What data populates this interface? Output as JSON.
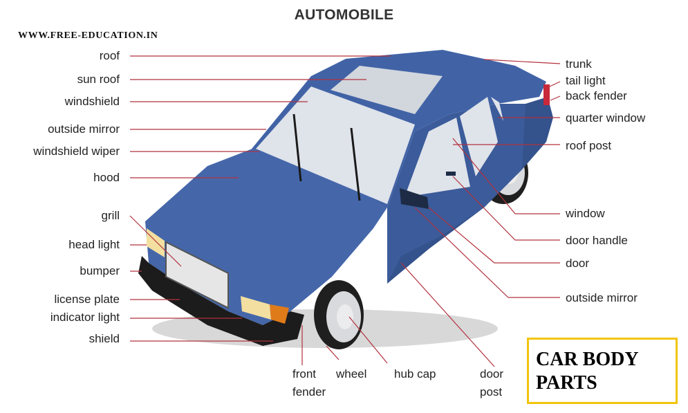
{
  "title": "AUTOMOBILE",
  "watermark": "WWW.FREE-EDUCATION.IN",
  "left_labels": [
    "roof",
    "sun roof",
    "windshield",
    "outside mirror",
    "windshield wiper",
    "hood",
    "grill",
    "head light",
    "bumper",
    "license plate",
    "indicator light",
    "shield"
  ],
  "right_labels": [
    "trunk",
    "tail light",
    "back fender",
    "quarter window",
    "roof post",
    "window",
    "door handle",
    "door",
    "outside mirror"
  ],
  "bottom_labels": [
    {
      "line1": "front",
      "line2": "fender"
    },
    {
      "line1": "wheel",
      "line2": ""
    },
    {
      "line1": "hub cap",
      "line2": ""
    },
    {
      "line1": "door",
      "line2": "post"
    }
  ],
  "box": {
    "line1": "CAR BODY",
    "line2": "PARTS"
  },
  "colors": {
    "car_body": "#3f5f9e",
    "car_shadow": "#2c4478",
    "glass": "#dfe3ea",
    "leader": "#b2313d",
    "box_border": "#f2c40c"
  }
}
